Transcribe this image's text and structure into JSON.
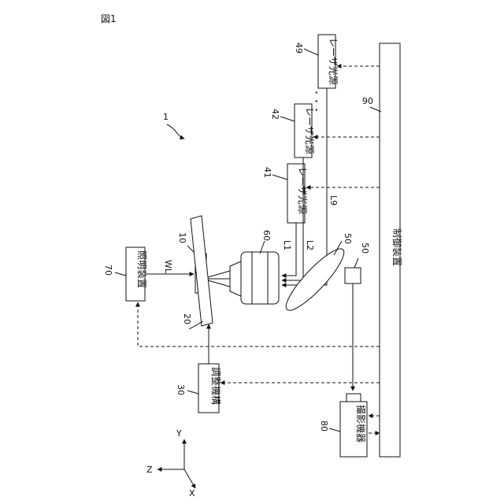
{
  "figure_label": "図1",
  "labels": {
    "system": "1",
    "n10": "10",
    "n20": "20",
    "n30": "30",
    "n41": "41",
    "n42": "42",
    "n49": "49",
    "n50a": "50",
    "n50b": "50",
    "n60": "60",
    "n70": "70",
    "n80": "80",
    "n90": "90",
    "wl": "WL",
    "l1": "L1",
    "l2": "L2",
    "l9": "L9"
  },
  "boxes": {
    "laser_41": "レーザ光源",
    "laser_42": "レーザ光源",
    "laser_49": "レーザ光源",
    "illumination": "照明装置",
    "adjust": "調整機構",
    "camera": "撮影機器",
    "controller": "制御装置"
  },
  "axes": {
    "z": "Z",
    "y": "Y",
    "x": "X"
  },
  "ellipsis": "・・・"
}
